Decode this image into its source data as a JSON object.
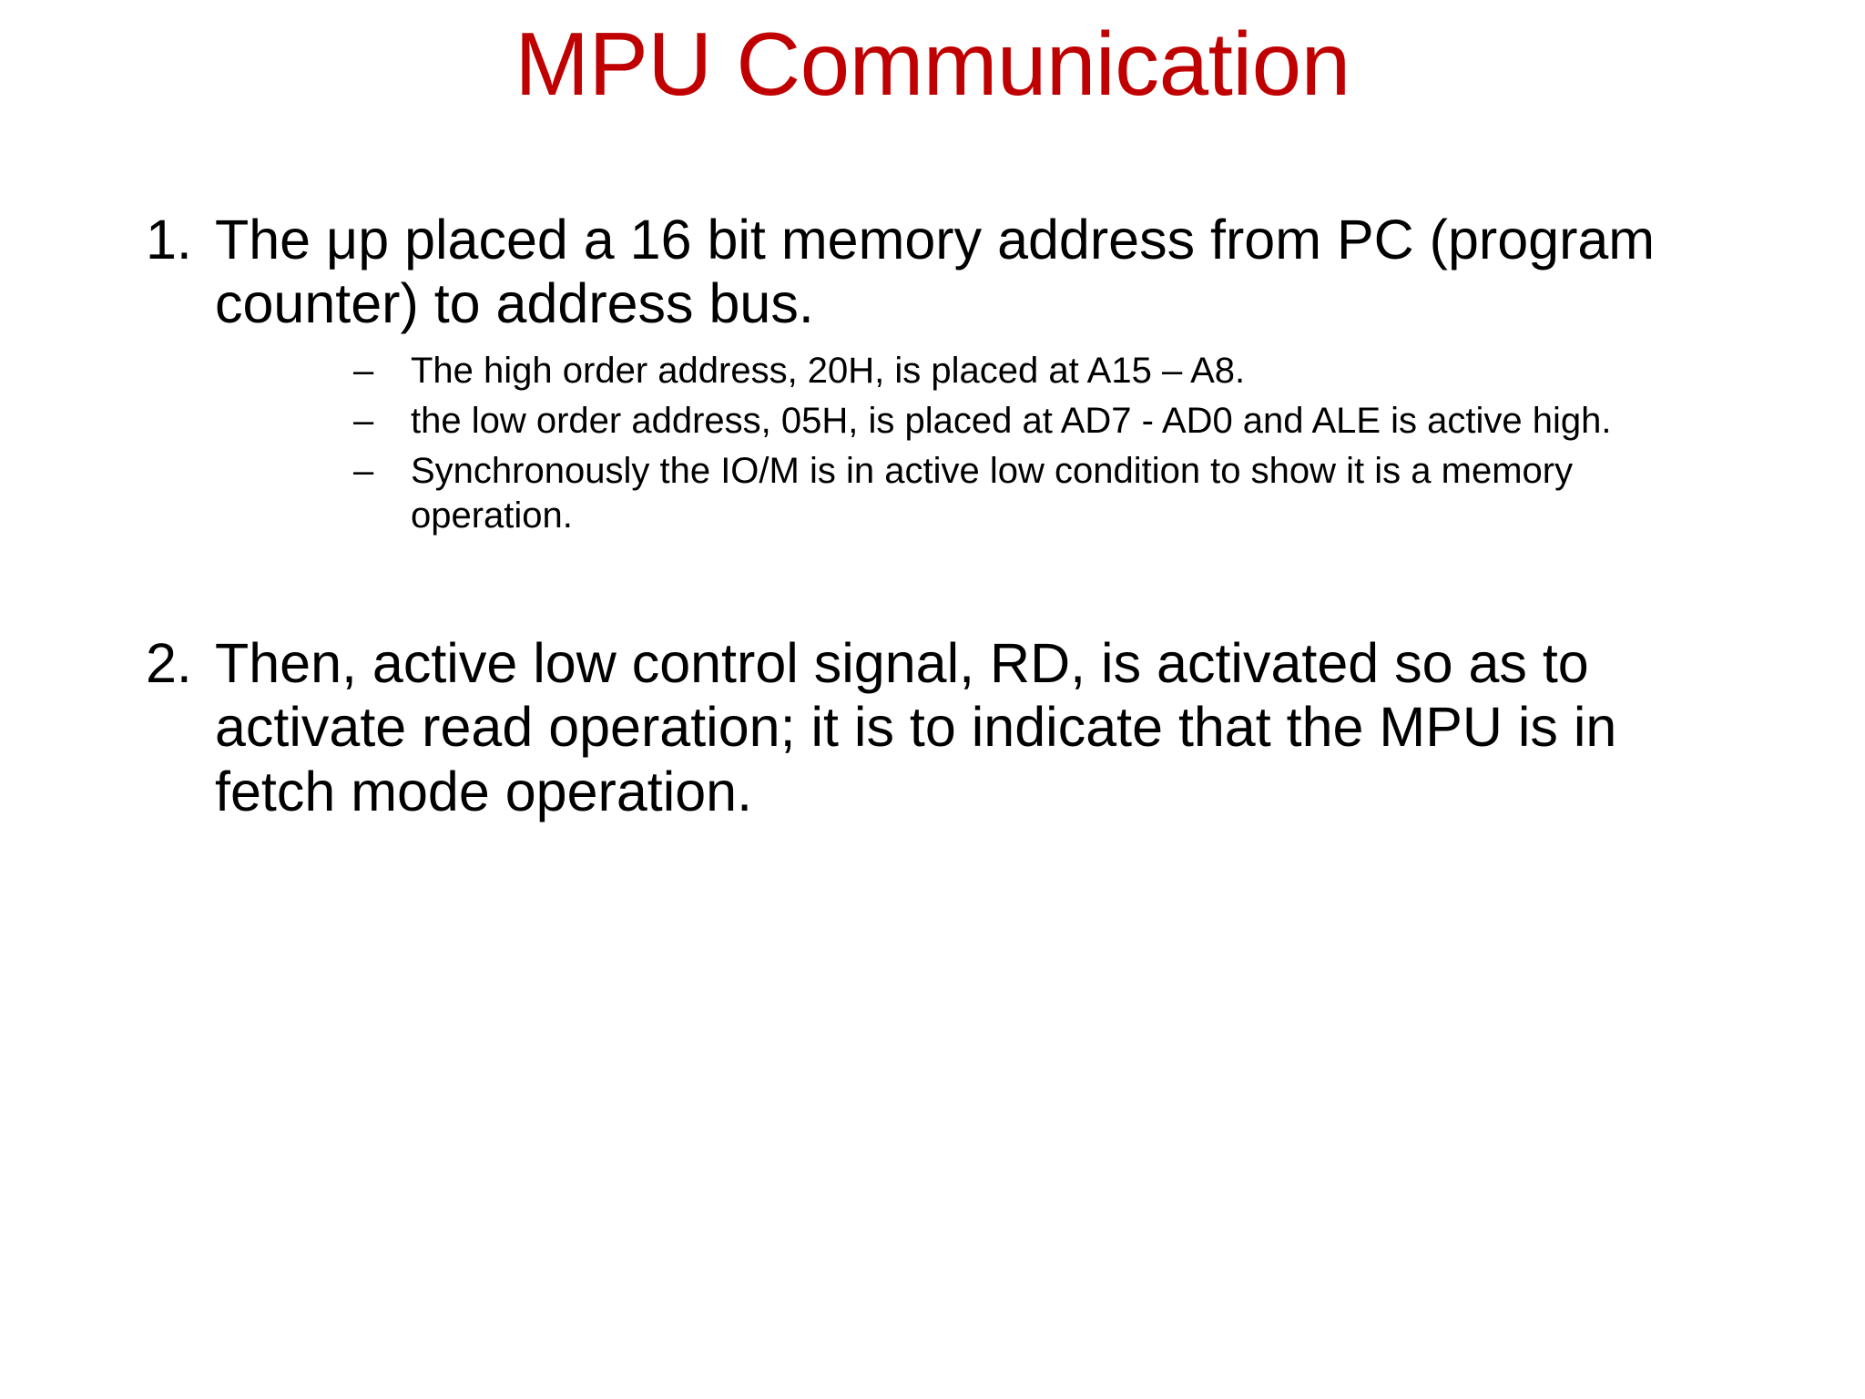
{
  "slide": {
    "title": "MPU Communication",
    "title_color": "#C00000",
    "body_color": "#000000",
    "background_color": "#FFFFFF",
    "items": [
      {
        "marker": "1.",
        "text": "The μp placed a 16 bit memory address from PC (program counter) to address bus.",
        "subs": [
          {
            "marker": "–",
            "text": "The high order address, 20H, is placed at A15 – A8."
          },
          {
            "marker": "–",
            "text": " the low order address, 05H, is placed at AD7 - AD0 and ALE is active high."
          },
          {
            "marker": "–",
            "text": "Synchronously the IO/M is in active low condition to show it is a memory operation."
          }
        ]
      },
      {
        "marker": "2.",
        "text": "Then, active low control signal, RD, is activated so as to activate read operation; it is to indicate that the MPU is in fetch mode operation.",
        "subs": []
      }
    ]
  }
}
